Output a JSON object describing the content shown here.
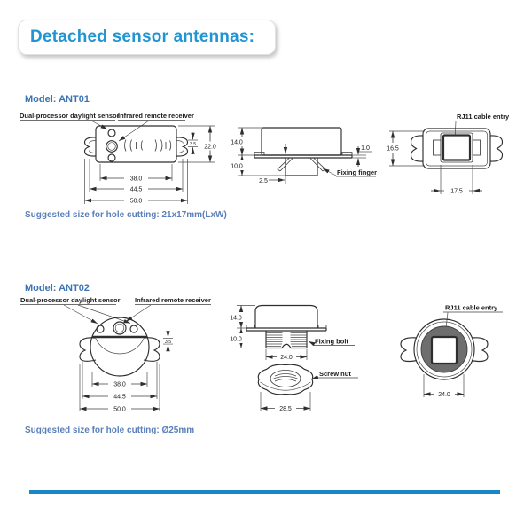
{
  "title": "Detached sensor antennas:",
  "colors": {
    "accent": "#2095d2",
    "model_label": "#3c73b2",
    "note_text": "#5a7fba",
    "divider": "#1787c8"
  },
  "ant01": {
    "model": "Model: ANT01",
    "note": "Suggested size for hole cutting: 21x17mm(LxW)",
    "labels": {
      "daylight": "Dual-processor daylight sensor",
      "ir": "Infrared remote receiver",
      "rj11": "RJ11 cable entry",
      "fixing_finger": "Fixing finger"
    },
    "dims": {
      "body_width": "38.0",
      "wing_width": "44.5",
      "total_width": "50.0",
      "wing_thickness": "3.5",
      "body_height": "22.0",
      "top_height": "14.0",
      "bottom_height": "10.0",
      "finger_offset": "2.5",
      "flange_thickness": "1.0",
      "back_height": "16.5",
      "socket_width": "17.5"
    }
  },
  "ant02": {
    "model": "Model: ANT02",
    "note": "Suggested size for hole cutting: Ø25mm",
    "labels": {
      "daylight": "Dual-processor daylight sensor",
      "ir": "Infrared remote receiver",
      "rj11": "RJ11 cable entry",
      "fixing_bolt": "Fixing bolt",
      "screw_nut": "Screw nut"
    },
    "dims": {
      "body_width": "38.0",
      "wing_width": "44.5",
      "total_width": "50.0",
      "wing_thickness": "3.5",
      "top_height": "14.0",
      "bottom_height": "10.0",
      "bolt_width": "24.0",
      "nut_width": "28.5",
      "socket_width": "24.0"
    }
  }
}
